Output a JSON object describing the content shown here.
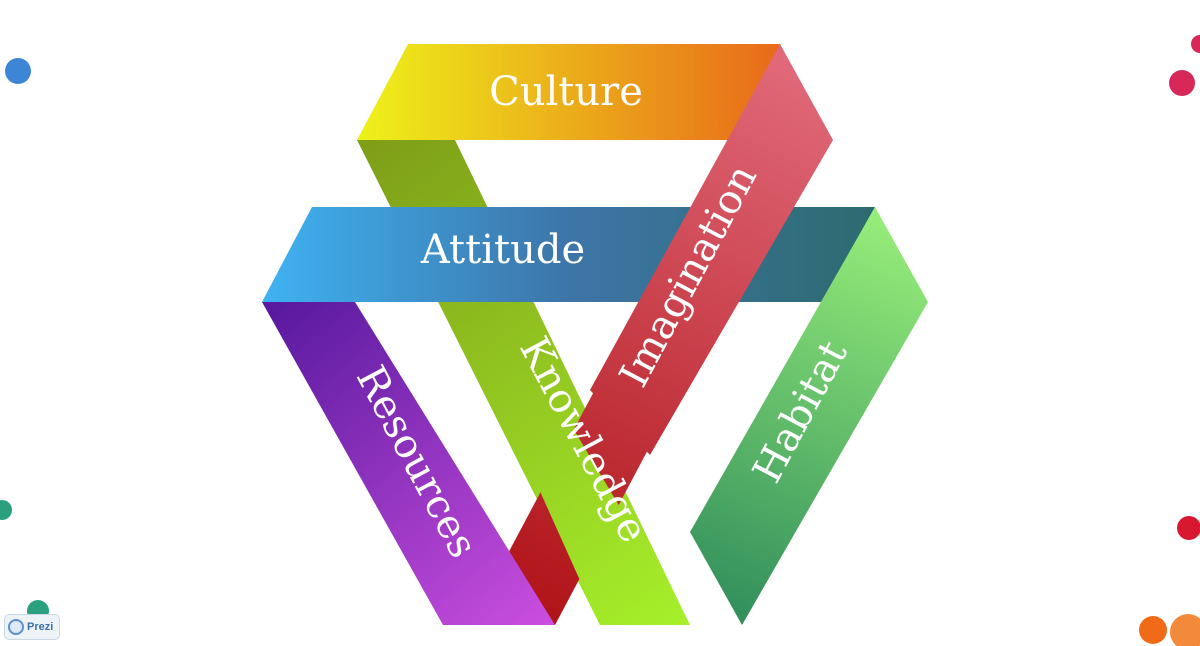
{
  "diagram": {
    "bands": [
      {
        "id": "culture",
        "label": "Culture",
        "colors": [
          "#eef21a",
          "#e8591a"
        ]
      },
      {
        "id": "imagination",
        "label": "Imagination",
        "colors": [
          "#e06878",
          "#b01418"
        ]
      },
      {
        "id": "attitude",
        "label": "Attitude",
        "colors": [
          "#3fb2f2",
          "#2d6b6f"
        ]
      },
      {
        "id": "habitat",
        "label": "Habitat",
        "colors": [
          "#9af07a",
          "#2f8d5b"
        ]
      },
      {
        "id": "resources",
        "label": "Resources",
        "colors": [
          "#5a1aa0",
          "#cc4fe0"
        ]
      },
      {
        "id": "knowledge",
        "label": "Knowledge",
        "colors": [
          "#7e9d18",
          "#a6f02a"
        ]
      }
    ]
  },
  "decoration": {
    "dot_colors": [
      "#3d86d6",
      "#d8285a",
      "#2aa07f",
      "#d81830",
      "#f06a18"
    ]
  },
  "watermark": {
    "label": "Prezi"
  }
}
